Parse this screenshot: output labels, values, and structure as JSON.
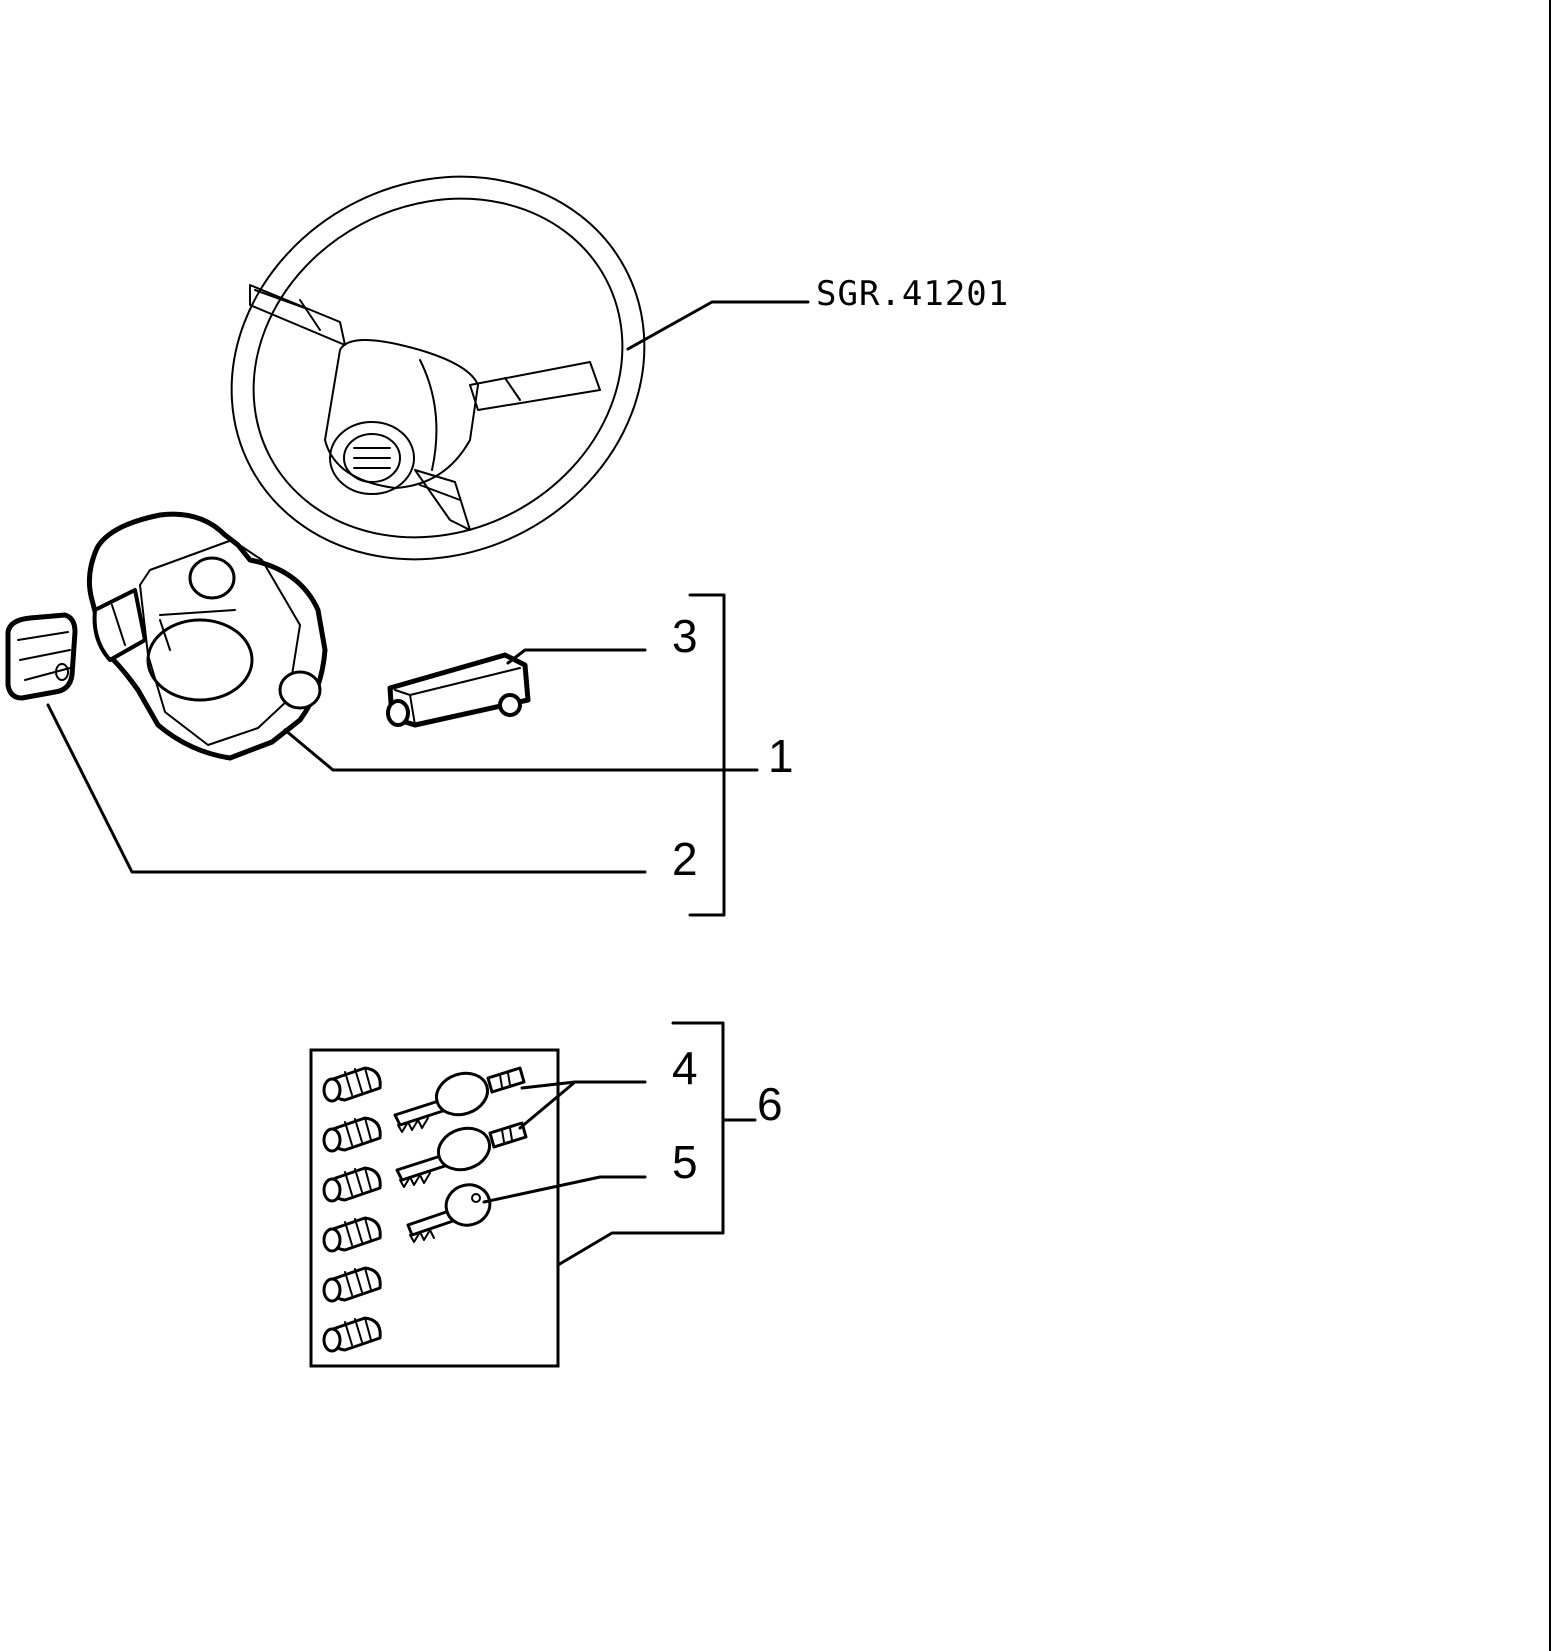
{
  "reference": "SGR.41201",
  "callouts": {
    "c1": "1",
    "c2": "2",
    "c3": "3",
    "c4": "4",
    "c5": "5",
    "c6": "6"
  },
  "colors": {
    "line": "#000000",
    "background": "#ffffff"
  }
}
